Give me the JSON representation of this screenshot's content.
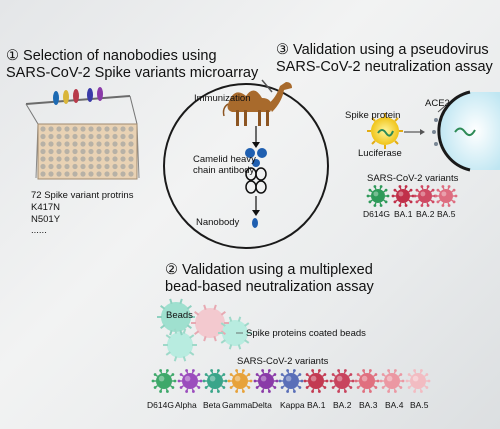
{
  "section1": {
    "number": "①",
    "title_line1": "Selection of nanobodies using",
    "title_line2": "SARS-CoV-2 Spike variants microarray",
    "array_label": "72 Spike variant protrins",
    "mutations": [
      "K417N",
      "N501Y",
      "......"
    ]
  },
  "section2": {
    "number": "②",
    "title_line1": "Validation using a multiplexed",
    "title_line2": "bead-based neutralization assay",
    "beads_label": "Beads",
    "coated_label": "Spike proteins coated beads",
    "variants_title": "SARS-CoV-2 variants",
    "variants": [
      "D614G",
      "Alpha",
      "Beta",
      "Gamma",
      "Delta",
      "Kappa",
      "BA.1",
      "BA.2",
      "BA.3",
      "BA.4",
      "BA.5"
    ],
    "variant_colors": [
      "#3ea86a",
      "#9b4dbd",
      "#3aa58a",
      "#e7a23a",
      "#8a3aa8",
      "#5a6fb8",
      "#c33a52",
      "#c8445e",
      "#e0707f",
      "#eb98a3",
      "#f2bcc2"
    ]
  },
  "section3": {
    "number": "③",
    "title_line1": "Validation using a pseudovirus",
    "title_line2": "SARS-CoV-2 neutralization assay",
    "spike_label": "Spike protein",
    "luciferase_label": "Luciferase",
    "ace2_label": "ACE2",
    "variants_title": "SARS-CoV-2 variants",
    "variants": [
      "D614G",
      "BA.1",
      "BA.2",
      "BA.5"
    ],
    "variant_colors": [
      "#2f9a5a",
      "#c0304a",
      "#cf4a63",
      "#de6d80"
    ]
  },
  "center": {
    "immunization_label": "Immunization",
    "antibody_label_line1": "Camelid heavy",
    "antibody_label_line2": "chain antibody",
    "nanobody_label": "Nanobody"
  }
}
